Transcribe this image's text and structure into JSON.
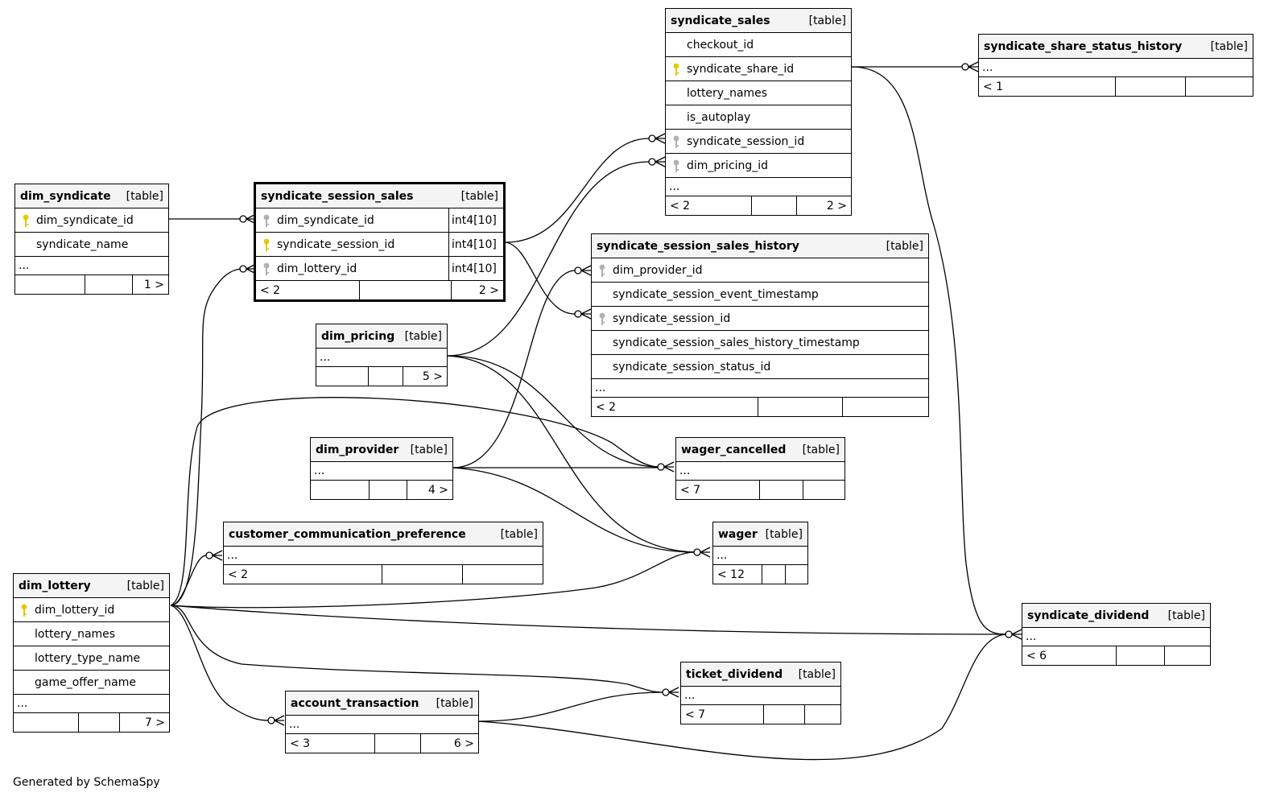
{
  "colors": {
    "primary_key": "#e6c800",
    "foreign_key": "#b0b0b0",
    "header_bg": "#f4f4f4",
    "line": "#000000"
  },
  "footer": {
    "generated_by": "Generated by SchemaSpy"
  },
  "tables": {
    "dim_syndicate": {
      "name": "dim_syndicate",
      "kind": "[table]",
      "columns": [
        {
          "name": "dim_syndicate_id",
          "key": "primary-key-icon"
        },
        {
          "name": "syndicate_name"
        }
      ],
      "ellipsis": "...",
      "footer": [
        "",
        "",
        "1 >"
      ]
    },
    "syndicate_session_sales": {
      "name": "syndicate_session_sales",
      "kind": "[table]",
      "columns": [
        {
          "name": "dim_syndicate_id",
          "key": "foreign-key-icon",
          "type": "int4[10]"
        },
        {
          "name": "syndicate_session_id",
          "key": "primary-key-icon",
          "type": "int4[10]"
        },
        {
          "name": "dim_lottery_id",
          "key": "foreign-key-icon",
          "type": "int4[10]"
        }
      ],
      "footer": [
        "< 2",
        "",
        "2 >"
      ]
    },
    "syndicate_sales": {
      "name": "syndicate_sales",
      "kind": "[table]",
      "columns": [
        {
          "name": "checkout_id"
        },
        {
          "name": "syndicate_share_id",
          "key": "primary-key-icon"
        },
        {
          "name": "lottery_names"
        },
        {
          "name": "is_autoplay"
        },
        {
          "name": "syndicate_session_id",
          "key": "foreign-key-icon"
        },
        {
          "name": "dim_pricing_id",
          "key": "foreign-key-icon"
        }
      ],
      "ellipsis": "...",
      "footer": [
        "< 2",
        "",
        "2 >"
      ]
    },
    "syndicate_share_status_history": {
      "name": "syndicate_share_status_history",
      "kind": "[table]",
      "ellipsis": "...",
      "footer": [
        "< 1",
        "",
        ""
      ]
    },
    "syndicate_session_sales_history": {
      "name": "syndicate_session_sales_history",
      "kind": "[table]",
      "columns": [
        {
          "name": "dim_provider_id",
          "key": "foreign-key-icon"
        },
        {
          "name": "syndicate_session_event_timestamp"
        },
        {
          "name": "syndicate_session_id",
          "key": "foreign-key-icon"
        },
        {
          "name": "syndicate_session_sales_history_timestamp"
        },
        {
          "name": "syndicate_session_status_id"
        }
      ],
      "ellipsis": "...",
      "footer": [
        "< 2",
        "",
        ""
      ]
    },
    "dim_pricing": {
      "name": "dim_pricing",
      "kind": "[table]",
      "ellipsis": "...",
      "footer": [
        "",
        "",
        "5 >"
      ]
    },
    "dim_provider": {
      "name": "dim_provider",
      "kind": "[table]",
      "ellipsis": "...",
      "footer": [
        "",
        "",
        "4 >"
      ]
    },
    "wager_cancelled": {
      "name": "wager_cancelled",
      "kind": "[table]",
      "ellipsis": "...",
      "footer": [
        "< 7",
        "",
        ""
      ]
    },
    "customer_communication_preference": {
      "name": "customer_communication_preference",
      "kind": "[table]",
      "ellipsis": "...",
      "footer": [
        "< 2",
        "",
        ""
      ]
    },
    "wager": {
      "name": "wager",
      "kind": "[table]",
      "ellipsis": "...",
      "footer": [
        "< 12",
        "",
        ""
      ]
    },
    "dim_lottery": {
      "name": "dim_lottery",
      "kind": "[table]",
      "columns": [
        {
          "name": "dim_lottery_id",
          "key": "primary-key-icon"
        },
        {
          "name": "lottery_names"
        },
        {
          "name": "lottery_type_name"
        },
        {
          "name": "game_offer_name"
        }
      ],
      "ellipsis": "...",
      "footer": [
        "",
        "",
        "7 >"
      ]
    },
    "syndicate_dividend": {
      "name": "syndicate_dividend",
      "kind": "[table]",
      "ellipsis": "...",
      "footer": [
        "< 6",
        "",
        ""
      ]
    },
    "ticket_dividend": {
      "name": "ticket_dividend",
      "kind": "[table]",
      "ellipsis": "...",
      "footer": [
        "< 7",
        "",
        ""
      ]
    },
    "account_transaction": {
      "name": "account_transaction",
      "kind": "[table]",
      "ellipsis": "...",
      "footer": [
        "< 3",
        "",
        "6 >"
      ]
    }
  }
}
